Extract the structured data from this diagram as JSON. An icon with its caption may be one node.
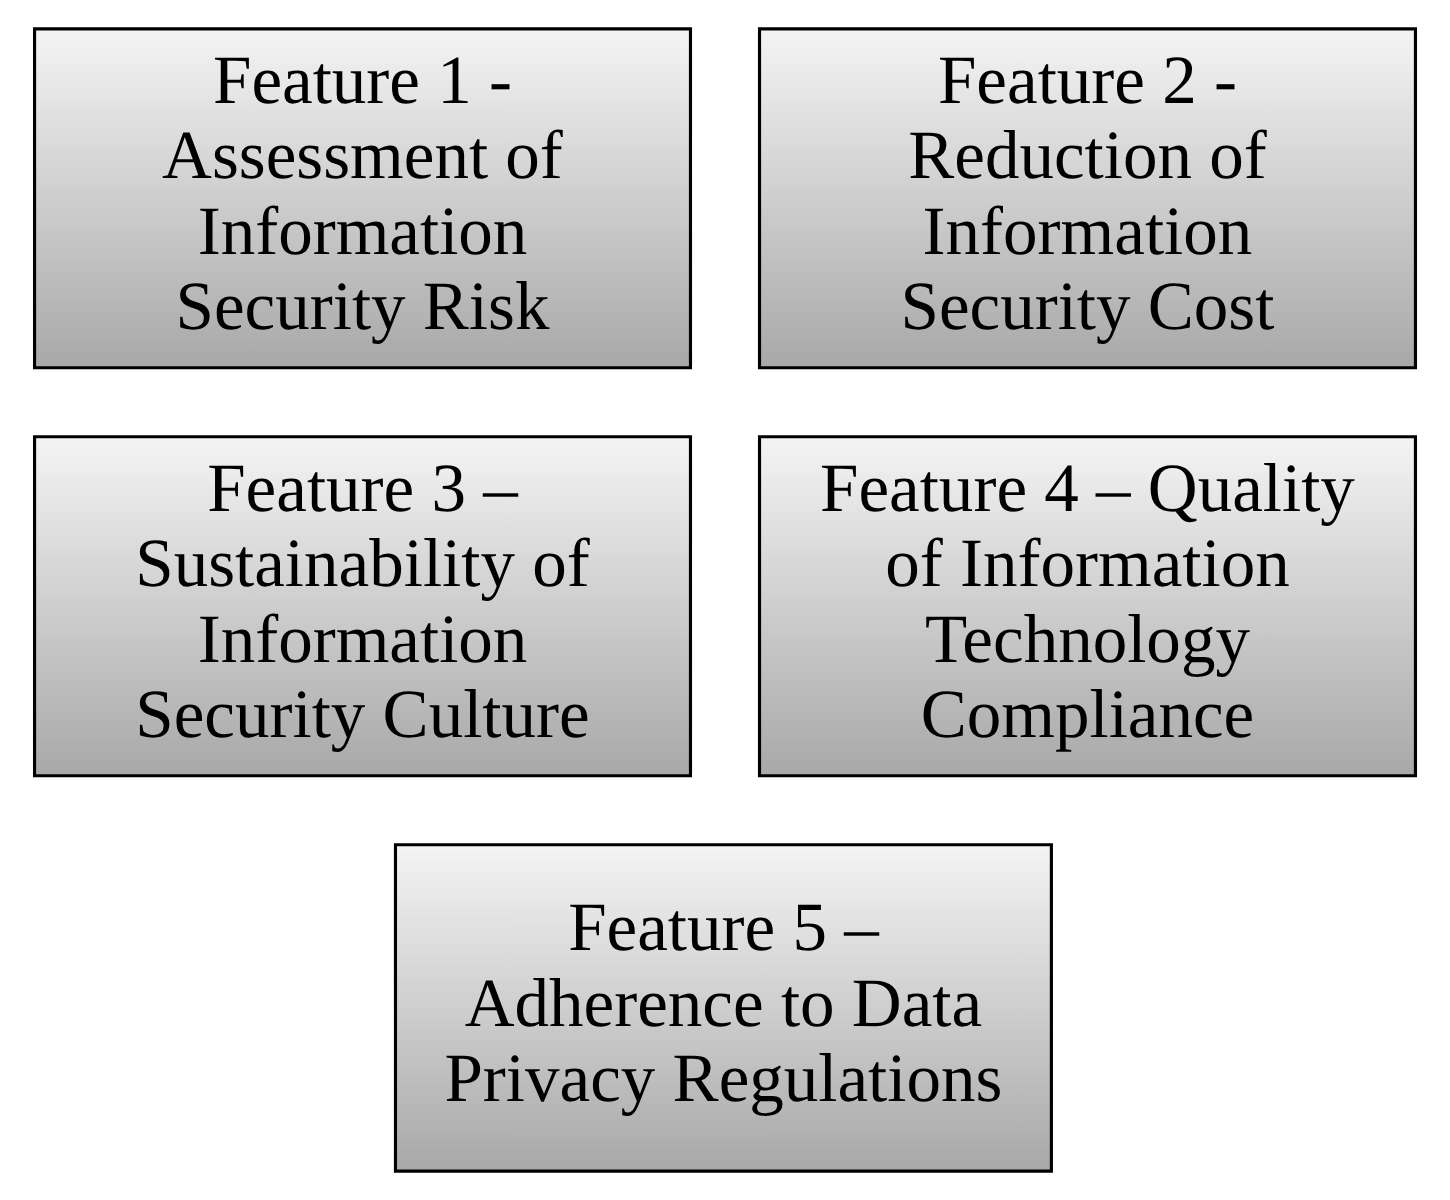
{
  "diagram": {
    "nodes": [
      {
        "text": [
          "Feature 1 - Assessment of Information Security Risk"
        ]
      },
      {
        "text": [
          "Feature 2 - Reduction of Information Security Cost"
        ]
      },
      {
        "text": [
          "Feature 3 – Sustainability of Information Security Culture"
        ]
      },
      {
        "text": [
          "Feature 4 – Quality of Information Technology Compliance"
        ]
      },
      {
        "text": [
          "Feature 5 – Adherence to Data Privacy Regulations"
        ]
      }
    ]
  }
}
